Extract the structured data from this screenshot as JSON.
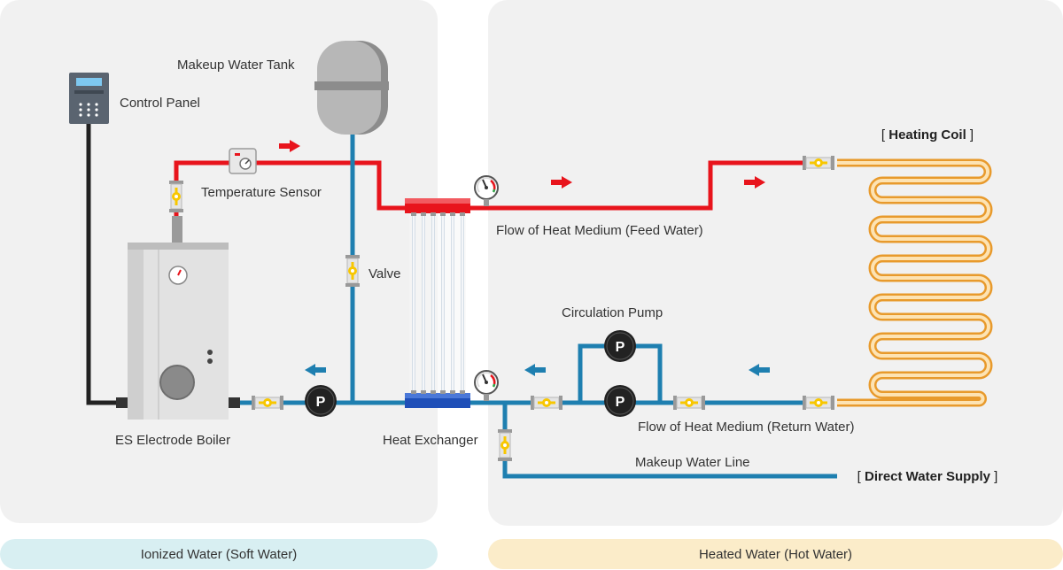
{
  "colors": {
    "feed": "#e8141c",
    "return": "#1e7fb0",
    "black_line": "#222222",
    "panel_bg": "#f1f1f1",
    "ionized_bg": "#d8eff2",
    "heated_bg": "#fbecc9",
    "coil": "#f4b04a",
    "valve_handle": "#f8c700"
  },
  "labels": {
    "makeup_tank": "Makeup Water Tank",
    "control_panel": "Control Panel",
    "temperature_sensor": "Temperature Sensor",
    "valve": "Valve",
    "feed_flow": "Flow of Heat Medium (Feed Water)",
    "circulation_pump": "Circulation Pump",
    "return_flow": "Flow of Heat Medium (Return Water)",
    "boiler": "ES Electrode Boiler",
    "heat_exchanger": "Heat Exchanger",
    "makeup_line": "Makeup Water Line",
    "heating_coil": "Heating Coil",
    "direct_water_supply": "Direct Water Supply",
    "pump_letter": "P"
  },
  "legend": {
    "left": "Ionized Water (Soft Water)",
    "right": "Heated Water (Hot Water)"
  },
  "icons": [
    "control-panel-icon",
    "temperature-sensor-icon",
    "pressure-gauge-icon",
    "valve-icon",
    "pump-icon",
    "flow-arrow-icon",
    "heating-coil-icon",
    "tank-icon",
    "boiler-icon"
  ]
}
